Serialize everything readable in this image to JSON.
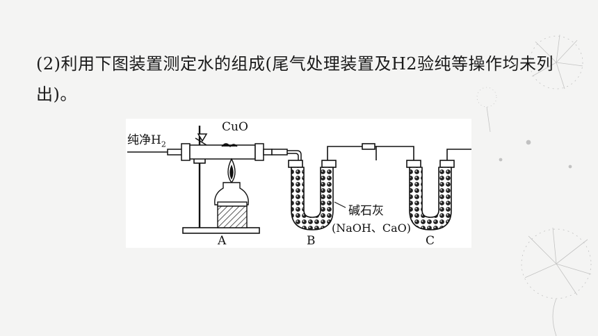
{
  "question": {
    "text": "(2)利用下图装置测定水的组成(尾气处理装置及H2验纯等操作均未列出)。"
  },
  "figure": {
    "inlet_label": "纯净H",
    "inlet_subscript": "2",
    "oxide_label": "CuO",
    "absorbent_label": "碱石灰",
    "absorbent_formula": "(NaOH、CaO)",
    "apparatus_labels": [
      "A",
      "B",
      "C"
    ]
  }
}
